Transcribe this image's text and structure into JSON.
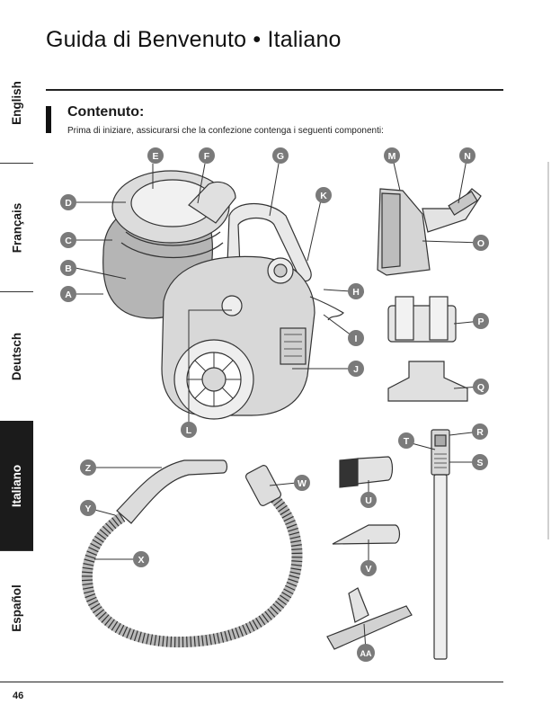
{
  "header": {
    "title": "Guida di Benvenuto • Italiano"
  },
  "sidebar": {
    "tabs": [
      {
        "label": "English",
        "active": false
      },
      {
        "label": "Français",
        "active": false
      },
      {
        "label": "Deutsch",
        "active": false
      },
      {
        "label": "Italiano",
        "active": true
      },
      {
        "label": "Español",
        "active": false
      }
    ]
  },
  "section": {
    "title": "Contenuto:",
    "description": "Prima di iniziare, assicurarsi che la confezione contenga i seguenti componenti:"
  },
  "callouts": [
    "A",
    "B",
    "C",
    "D",
    "E",
    "F",
    "G",
    "H",
    "I",
    "J",
    "K",
    "L",
    "M",
    "N",
    "O",
    "P",
    "Q",
    "R",
    "S",
    "T",
    "U",
    "V",
    "W",
    "X",
    "Y",
    "Z",
    "AA"
  ],
  "footer": {
    "page_number": "46"
  },
  "colors": {
    "callout_fill": "#7a7a7a",
    "active_tab": "#1b1b1b",
    "text": "#1a1a1a"
  }
}
